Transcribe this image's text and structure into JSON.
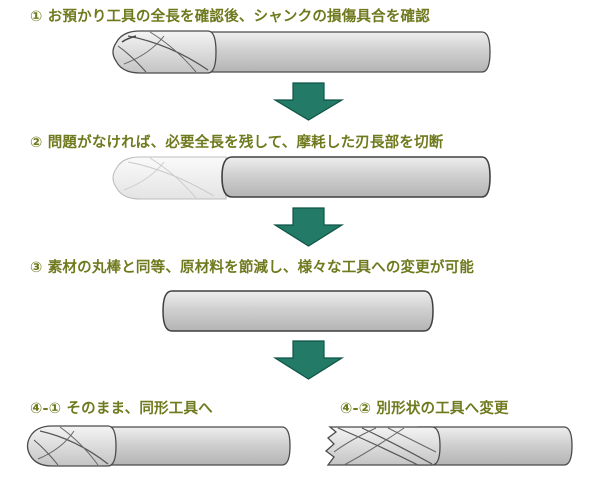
{
  "colors": {
    "label_text": "#6f7a1e",
    "arrow_fill": "#237a66",
    "arrow_stroke": "#0e5546",
    "tool_body_light": "#dddddd",
    "tool_body_mid": "#c2c2c2",
    "tool_outline": "#4a4a4a",
    "cut_off_tip": "#efefef"
  },
  "steps": {
    "step1": "① お預かり工具の全長を確認後、シャンクの損傷具合を確認",
    "step2": "② 問題がなければ、必要全長を残して、摩耗した刃長部を切断",
    "step3": "③ 素材の丸棒と同等、原材料を節減し、様々な工具への変更が可能",
    "step4_1": "④-① そのまま、同形工具へ",
    "step4_2": "④-② 別形状の工具へ変更"
  },
  "icons": {
    "arrows": [
      "down-arrow-icon",
      "down-arrow-icon",
      "down-arrow-icon"
    ],
    "tools": [
      "ball-end-mill-icon",
      "ball-end-mill-cut-icon",
      "round-bar-stock-icon",
      "ball-end-mill-icon",
      "square-end-mill-icon"
    ]
  }
}
